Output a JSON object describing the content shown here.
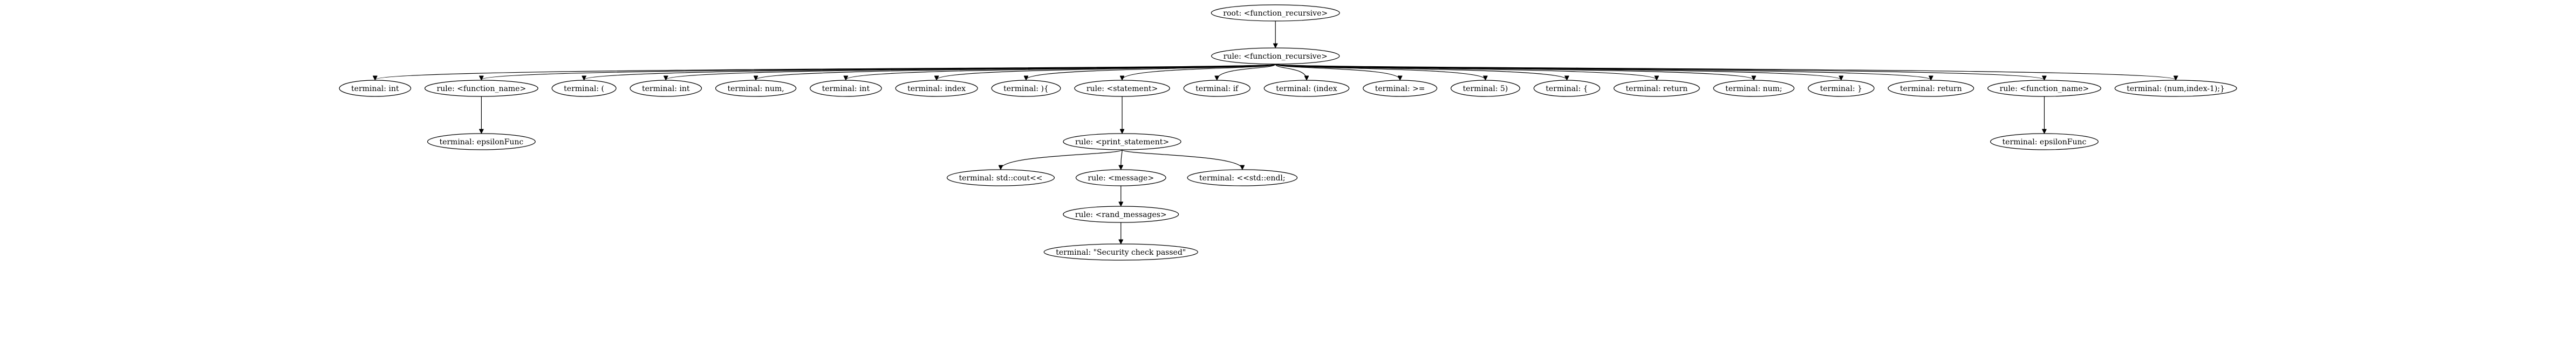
{
  "diagram": {
    "type": "parse-tree",
    "nodes": [
      {
        "id": "n0",
        "label": "root: <function_recursive>"
      },
      {
        "id": "n1",
        "label": "rule: <function_recursive>"
      },
      {
        "id": "n2",
        "label": "terminal: int"
      },
      {
        "id": "n3",
        "label": "rule: <function_name>"
      },
      {
        "id": "n4",
        "label": "terminal: ("
      },
      {
        "id": "n5",
        "label": "terminal: int"
      },
      {
        "id": "n6",
        "label": "terminal: num,"
      },
      {
        "id": "n7",
        "label": "terminal: int"
      },
      {
        "id": "n8",
        "label": "terminal: index"
      },
      {
        "id": "n9",
        "label": "terminal: ){"
      },
      {
        "id": "n10",
        "label": "rule: <statement>"
      },
      {
        "id": "n11",
        "label": "terminal: if"
      },
      {
        "id": "n12",
        "label": "terminal: (index"
      },
      {
        "id": "n13",
        "label": "terminal: >="
      },
      {
        "id": "n14",
        "label": "terminal: 5)"
      },
      {
        "id": "n15",
        "label": "terminal: {"
      },
      {
        "id": "n16",
        "label": "terminal: return"
      },
      {
        "id": "n17",
        "label": "terminal: num;"
      },
      {
        "id": "n18",
        "label": "terminal: }"
      },
      {
        "id": "n19",
        "label": "terminal: return"
      },
      {
        "id": "n20",
        "label": "rule: <function_name>"
      },
      {
        "id": "n21",
        "label": "terminal: (num,index-1);}"
      },
      {
        "id": "n22",
        "label": "terminal: epsilonFunc"
      },
      {
        "id": "n23",
        "label": "rule: <print_statement>"
      },
      {
        "id": "n24",
        "label": "terminal: epsilonFunc"
      },
      {
        "id": "n25",
        "label": "terminal: std::cout<<"
      },
      {
        "id": "n26",
        "label": "rule: <message>"
      },
      {
        "id": "n27",
        "label": "terminal: <<std::endl;"
      },
      {
        "id": "n28",
        "label": "rule: <rand_messages>"
      },
      {
        "id": "n29",
        "label": "terminal: \"Security check passed\""
      }
    ],
    "edges": [
      [
        "n0",
        "n1"
      ],
      [
        "n1",
        "n2"
      ],
      [
        "n1",
        "n3"
      ],
      [
        "n1",
        "n4"
      ],
      [
        "n1",
        "n5"
      ],
      [
        "n1",
        "n6"
      ],
      [
        "n1",
        "n7"
      ],
      [
        "n1",
        "n8"
      ],
      [
        "n1",
        "n9"
      ],
      [
        "n1",
        "n10"
      ],
      [
        "n1",
        "n11"
      ],
      [
        "n1",
        "n12"
      ],
      [
        "n1",
        "n13"
      ],
      [
        "n1",
        "n14"
      ],
      [
        "n1",
        "n15"
      ],
      [
        "n1",
        "n16"
      ],
      [
        "n1",
        "n17"
      ],
      [
        "n1",
        "n18"
      ],
      [
        "n1",
        "n19"
      ],
      [
        "n1",
        "n20"
      ],
      [
        "n1",
        "n21"
      ],
      [
        "n3",
        "n22"
      ],
      [
        "n10",
        "n23"
      ],
      [
        "n20",
        "n24"
      ],
      [
        "n23",
        "n25"
      ],
      [
        "n23",
        "n26"
      ],
      [
        "n23",
        "n27"
      ],
      [
        "n26",
        "n28"
      ],
      [
        "n28",
        "n29"
      ]
    ]
  }
}
